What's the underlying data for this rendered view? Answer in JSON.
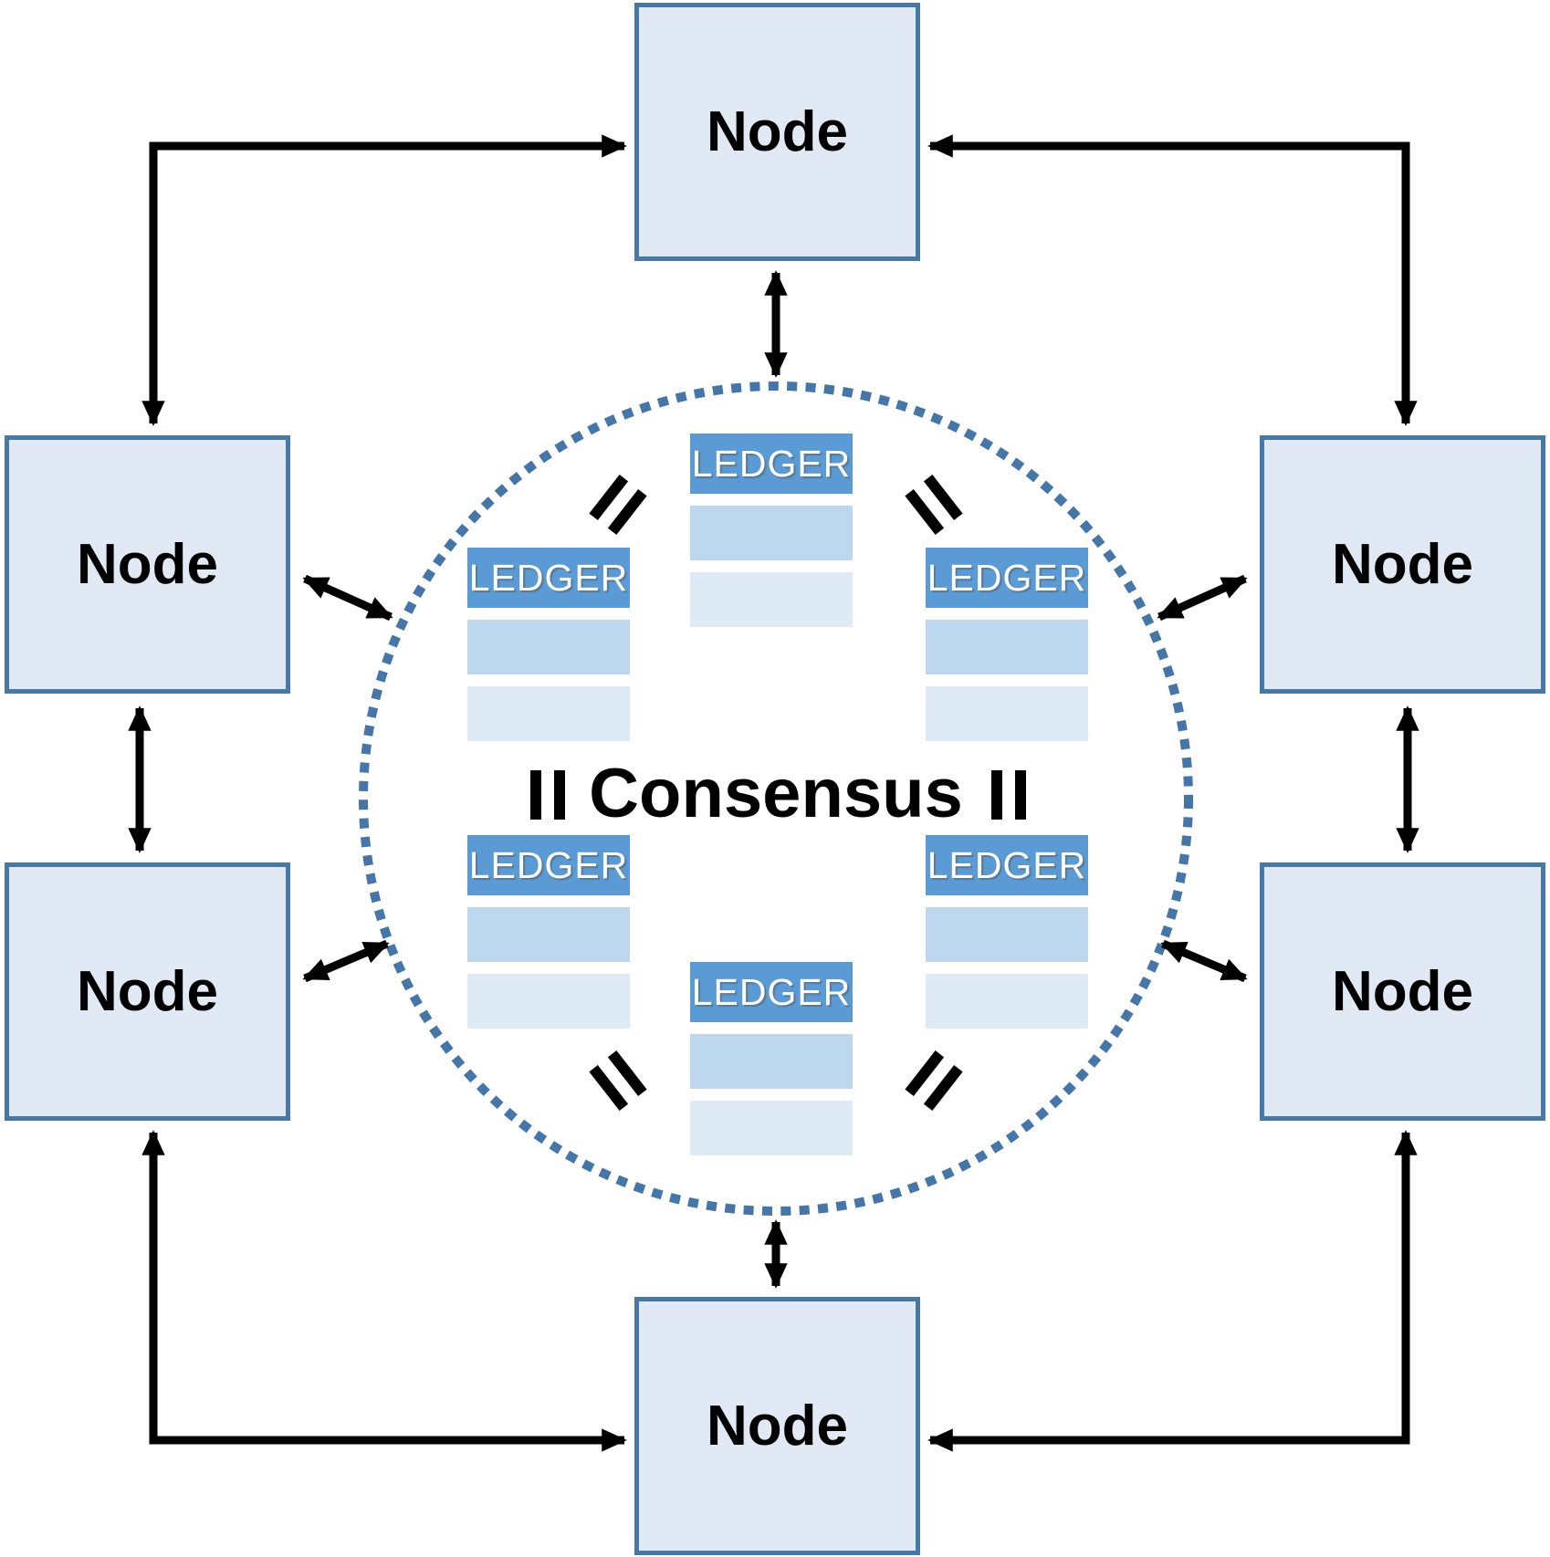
{
  "diagram": {
    "consensus_label": "Consensus",
    "nodes": [
      {
        "id": "top",
        "label": "Node"
      },
      {
        "id": "upper-left",
        "label": "Node"
      },
      {
        "id": "upper-right",
        "label": "Node"
      },
      {
        "id": "lower-left",
        "label": "Node"
      },
      {
        "id": "lower-right",
        "label": "Node"
      },
      {
        "id": "bottom",
        "label": "Node"
      }
    ],
    "ledgers": [
      {
        "position": "top-center",
        "label": "LEDGER"
      },
      {
        "position": "upper-left",
        "label": "LEDGER"
      },
      {
        "position": "upper-right",
        "label": "LEDGER"
      },
      {
        "position": "lower-left",
        "label": "LEDGER"
      },
      {
        "position": "lower-right",
        "label": "LEDGER"
      },
      {
        "position": "bottom-center",
        "label": "LEDGER"
      }
    ],
    "symbols": {
      "equals": "="
    },
    "colors": {
      "ledger_header_blue": "#5b9bd5",
      "ledger_row_medium": "#bdd7ee",
      "ledger_row_light": "#deeaf6",
      "node_fill": "#e0e9f4",
      "node_border": "#4678a8",
      "circle_dotted_blue": "#4576a9",
      "arrow_black": "#000000",
      "ledger_text_white": "#ffffff",
      "background": "#ffffff"
    }
  }
}
